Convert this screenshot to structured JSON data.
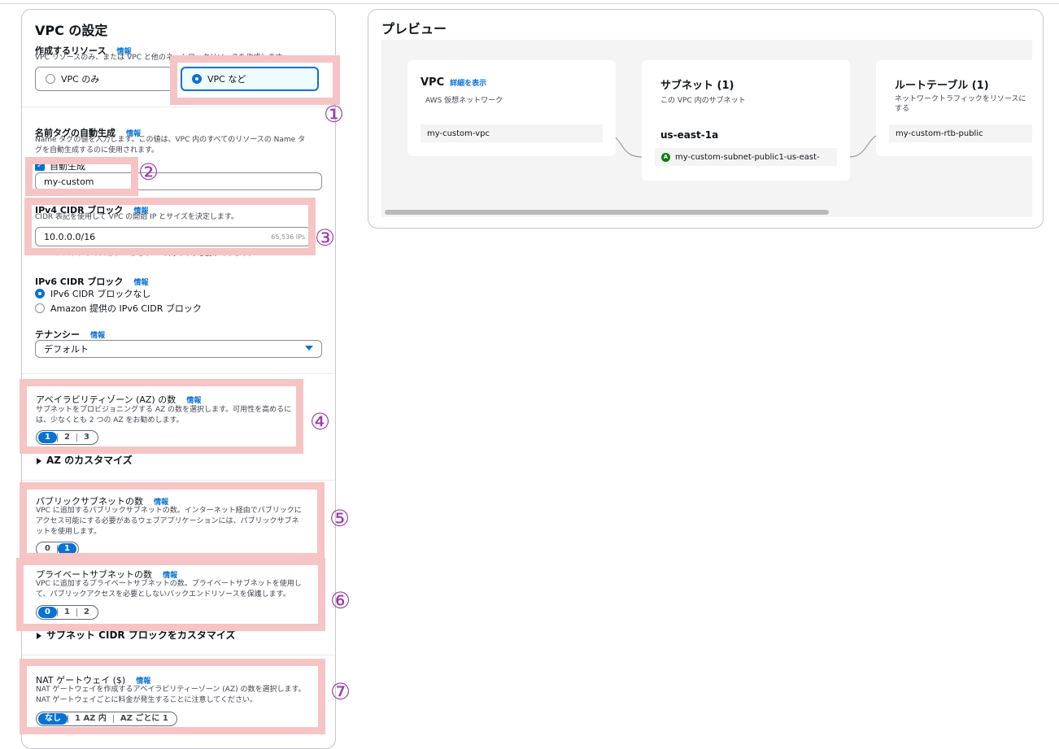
{
  "settings": {
    "title": "VPC の設定",
    "resources": {
      "label": "作成するリソース",
      "info": "情報",
      "description": "VPC リソースのみ、または VPC と他のネットワークリソースを作成します。",
      "options": [
        "VPC のみ",
        "VPC など"
      ],
      "selected": "VPC など"
    },
    "name_tag": {
      "label": "名前タグの自動生成",
      "info": "情報",
      "description_1": "Name タグの値を入力します。この値は、VPC 内のすべてのリソースの Name タ",
      "description_2": "グを自動生成するのに使用されます。",
      "checkbox_label": "自動生成",
      "checked": true,
      "value": "my-custom"
    },
    "ipv4": {
      "label": "IPv4 CIDR ブロック",
      "info": "情報",
      "description": "CIDR 表記を使用して VPC の開始 IP とサイズを決定します。",
      "value": "10.0.0.0/16",
      "suffix": "65,536 IPs",
      "constraint": "CIDR ブロックサイズは /16 から /28 の間である必要があります。"
    },
    "ipv6": {
      "label": "IPv6 CIDR ブロック",
      "info": "情報",
      "options": [
        "IPv6 CIDR ブロックなし",
        "Amazon 提供の IPv6 CIDR ブロック"
      ],
      "selected": "IPv6 CIDR ブロックなし"
    },
    "tenancy": {
      "label": "テナンシー",
      "info": "情報",
      "value": "デフォルト"
    },
    "az": {
      "label": "アベイラビリティゾーン (AZ) の数",
      "info": "情報",
      "description_1": "サブネットをプロビジョニングする AZ の数を選択します。可用性を高めるに",
      "description_2": "は、少なくとも 2 つの AZ をお勧めします。",
      "options": [
        "1",
        "2",
        "3"
      ],
      "selected": "1",
      "customize": "AZ のカスタマイズ"
    },
    "public_subnets": {
      "label": "パブリックサブネットの数",
      "info": "情報",
      "description_1": "VPC に追加するパブリックサブネットの数。インターネット経由でパブリックに",
      "description_2": "アクセス可能にする必要があるウェブアプリケーションには、パブリックサブネ",
      "description_3": "ットを使用します。",
      "options": [
        "0",
        "1"
      ],
      "selected": "1"
    },
    "private_subnets": {
      "label": "プライベートサブネットの数",
      "info": "情報",
      "description_1": "VPC に追加するプライベートサブネットの数。プライベートサブネットを使用し",
      "description_2": "て、パブリックアクセスを必要としないバックエンドリソースを保護します。",
      "options": [
        "0",
        "1",
        "2"
      ],
      "selected": "0",
      "customize": "サブネット CIDR ブロックをカスタマイズ"
    },
    "nat": {
      "label": "NAT ゲートウェイ ($)",
      "info": "情報",
      "description_1": "NAT ゲートウェイを作成するアベイラビリティーゾーン (AZ) の数を選択します。",
      "description_2": "NAT ゲートウェイごとに料金が発生することに注意してください。",
      "options": [
        "なし",
        "1 AZ 内",
        "AZ ごとに 1"
      ],
      "selected": "なし"
    }
  },
  "annotations": [
    "①",
    "②",
    "③",
    "④",
    "⑤",
    "⑥",
    "⑦"
  ],
  "preview": {
    "title": "プレビュー",
    "vpc": {
      "title": "VPC",
      "link": "詳細を表示",
      "subtitle": "AWS 仮想ネットワーク",
      "item": "my-custom-vpc"
    },
    "subnets": {
      "title": "サブネット (1)",
      "subtitle": "この VPC 内のサブネット",
      "az": "us-east-1a",
      "az_badge": "A",
      "item": "my-custom-subnet-public1-us-east-"
    },
    "route_tables": {
      "title": "ルートテーブル (1)",
      "subtitle_1": "ネットワークトラフィックをリソースに",
      "subtitle_2": "する",
      "item": "my-custom-rtb-public"
    }
  },
  "colors": {
    "accent": "#0972d3",
    "highlight": "#f6c4c4",
    "annotation": "#9b3aa8",
    "az_badge": "#037f0c"
  }
}
